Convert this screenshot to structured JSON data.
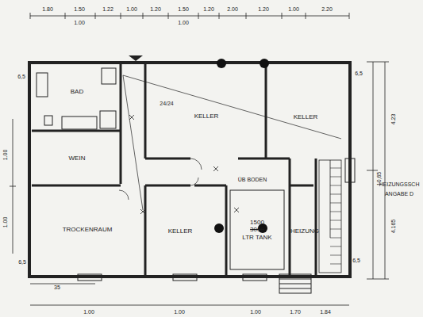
{
  "diagram": {
    "nodes": [
      {
        "text": [
          "BAD"
        ]
      },
      {
        "text": [
          "WEIN"
        ]
      },
      {
        "text": [
          "TROCKENRAUM"
        ]
      },
      {
        "text": [
          "KELLER"
        ]
      },
      {
        "text": [
          "KELLER"
        ]
      },
      {
        "text": [
          "KELLER"
        ]
      },
      {
        "text": [
          "1500",
          "3000",
          "LTR TANK"
        ]
      },
      {
        "text": [
          "HEIZUNG"
        ]
      }
    ],
    "labels": [
      "1.80",
      "1.50",
      "1.00",
      "1.22",
      "1.00",
      "1.20",
      "1.50",
      "1.00",
      "1.20",
      "2.00",
      "1.20",
      "1.00",
      "2.20",
      "6,5",
      "1.00",
      "1.00",
      "6,5",
      "35",
      "4.23",
      "10,65",
      "4.165",
      "6,5",
      "6,5",
      "HEIZUNGSSCH",
      "ANGABE D",
      "1.00",
      "1.00",
      "1.00",
      "1.70",
      "1.84",
      "ÜB BODEN",
      "24/24"
    ]
  }
}
